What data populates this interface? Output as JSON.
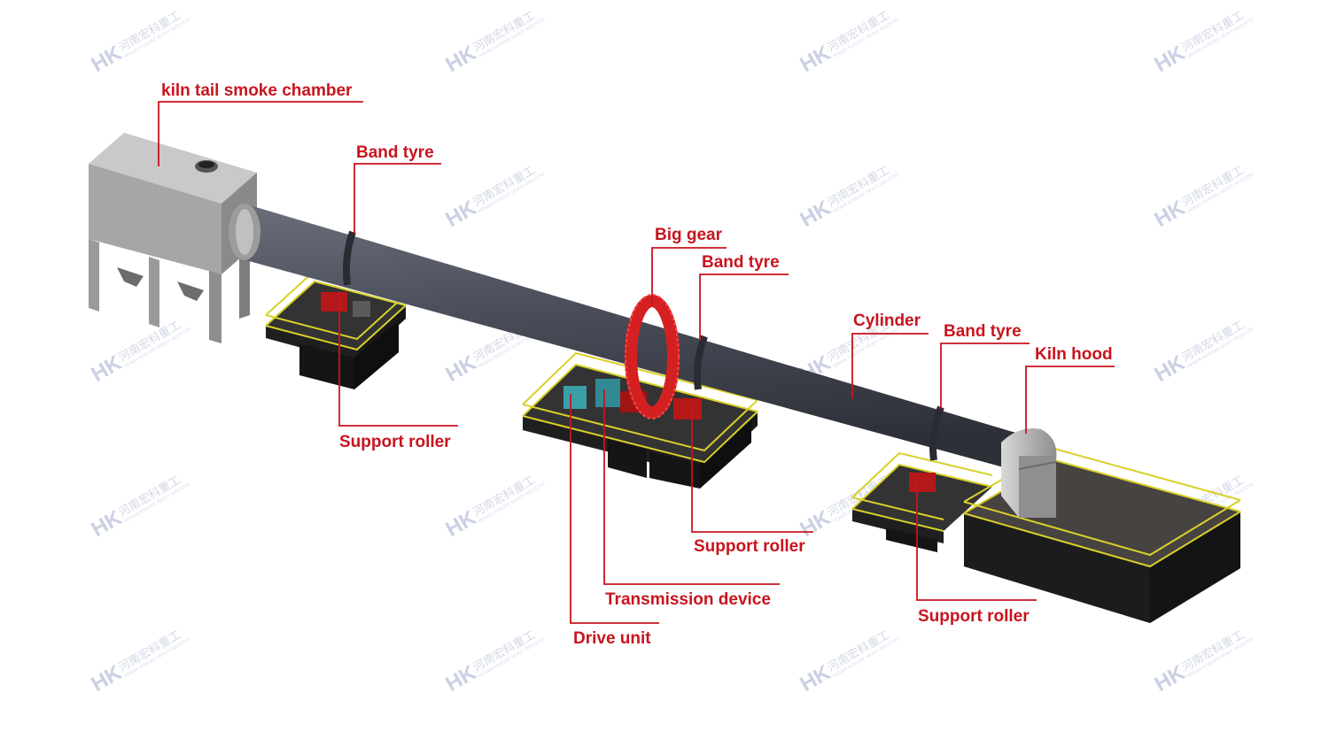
{
  "diagram": {
    "labels": {
      "kiln_tail_smoke_chamber": "kiln tail smoke chamber",
      "band_tyre_1": "Band tyre",
      "big_gear": "Big gear",
      "band_tyre_2": "Band tyre",
      "cylinder": "Cylinder",
      "band_tyre_3": "Band tyre",
      "kiln_hood": "Kiln hood",
      "support_roller_1": "Support roller",
      "support_roller_2": "Support roller",
      "support_roller_3": "Support roller",
      "transmission_device": "Transmission device",
      "drive_unit": "Drive unit"
    },
    "watermark": {
      "logo": "HK",
      "text": "河南宏科重工",
      "subtext": "HENAN HONGKE HEAVY INDUSTRY"
    },
    "colors": {
      "label": "#c8141e",
      "cylinder": "#4a4e5a",
      "gear": "#d42020",
      "railing": "#d8d02a",
      "foundation": "#2a2a2a",
      "chamber": "#a0a0a0",
      "watermark": "#c5cbe0"
    }
  }
}
